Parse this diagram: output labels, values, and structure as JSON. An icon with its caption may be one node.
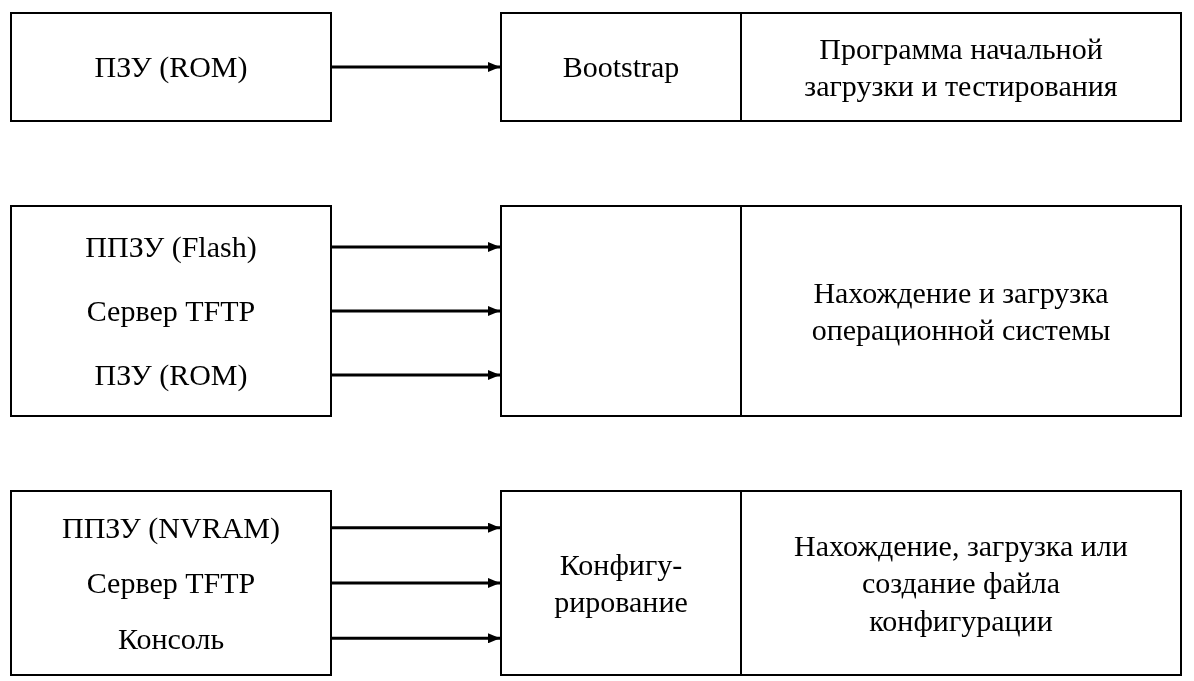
{
  "diagram": {
    "nodes": [
      {
        "text": [
          "ПЗУ (ROM)"
        ]
      },
      {
        "text": [
          "Bootstrap"
        ]
      },
      {
        "text": [
          "Программа начальной загрузки и тестирования"
        ]
      },
      {
        "text": [
          "ППЗУ (Flash)",
          "Сервер TFTP",
          "ПЗУ (ROM)"
        ]
      },
      {
        "text": [],
        "shape": "box"
      },
      {
        "text": [
          "Нахождение и загрузка операционной системы"
        ]
      },
      {
        "text": [
          "ППЗУ (NVRAM)",
          "Сервер TFTP",
          "Консоль"
        ]
      },
      {
        "text": [
          "Конфигу-рирование"
        ]
      },
      {
        "text": [
          "Нахождение, загрузка или создание файла конфигурации"
        ]
      }
    ],
    "edges": [
      {
        "from": 0,
        "to": 1,
        "arrow": "to"
      },
      {
        "from": 3,
        "to": 4,
        "arrow": "to"
      },
      {
        "from": 3,
        "to": 4,
        "arrow": "to"
      },
      {
        "from": 3,
        "to": 4,
        "arrow": "to"
      },
      {
        "from": 6,
        "to": 7,
        "arrow": "to"
      },
      {
        "from": 6,
        "to": 7,
        "arrow": "to"
      },
      {
        "from": 6,
        "to": 7,
        "arrow": "to"
      }
    ]
  }
}
